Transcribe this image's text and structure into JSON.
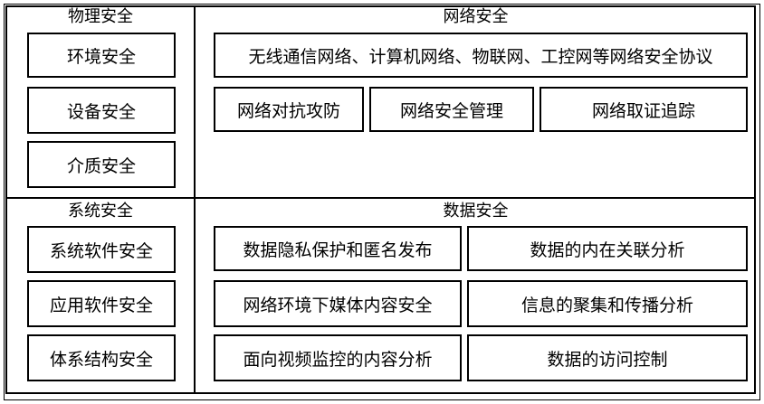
{
  "physical": {
    "title": "物理安全",
    "items": [
      "环境安全",
      "设备安全",
      "介质安全"
    ]
  },
  "network": {
    "title": "网络安全",
    "protocols": "无线通信网络、计算机网络、物联网、工控网等网络安全协议",
    "items": [
      "网络对抗攻防",
      "网络安全管理",
      "网络取证追踪"
    ]
  },
  "system": {
    "title": "系统安全",
    "items": [
      "系统软件安全",
      "应用软件安全",
      "体系结构安全"
    ]
  },
  "data": {
    "title": "数据安全",
    "left_items": [
      "数据隐私保护和匿名发布",
      "网络环境下媒体内容安全",
      "面向视频监控的内容分析"
    ],
    "right_items": [
      "数据的内在关联分析",
      "信息的聚集和传播分析",
      "数据的访问控制"
    ]
  }
}
